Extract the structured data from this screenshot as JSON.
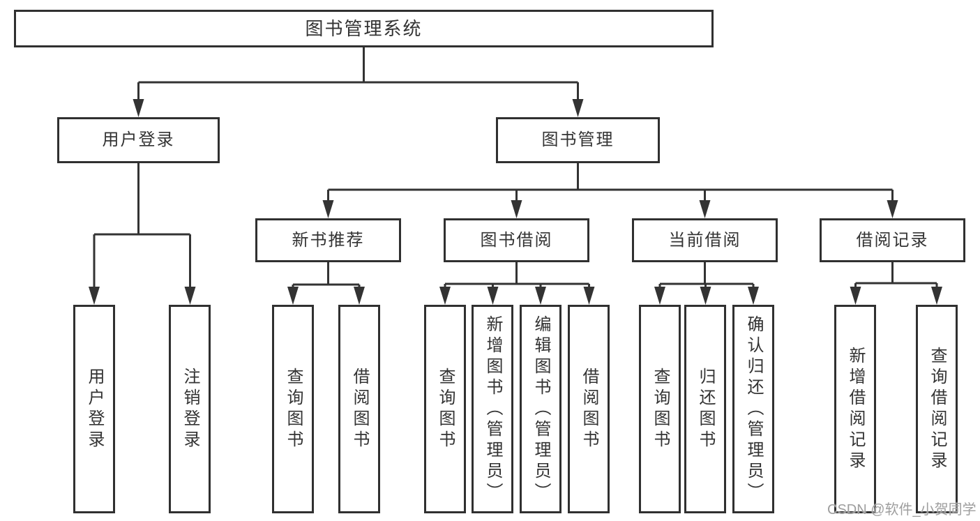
{
  "colors": {
    "line": "#333333",
    "text": "#333333",
    "box_background": "#ffffff",
    "page_background": "#ffffff",
    "watermark": "#9e9e9e"
  },
  "tree": {
    "root": {
      "label": "图书管理系统"
    },
    "branches": [
      {
        "label": "用户登录",
        "children": [
          {
            "label": "用户登录"
          },
          {
            "label": "注销登录"
          }
        ]
      },
      {
        "label": "图书管理",
        "sections": [
          {
            "label": "新书推荐",
            "children": [
              {
                "label": "查询图书"
              },
              {
                "label": "借阅图书"
              }
            ]
          },
          {
            "label": "图书借阅",
            "children": [
              {
                "label": "查询图书"
              },
              {
                "label": "新增图书（管理员）"
              },
              {
                "label": "编辑图书（管理员）"
              },
              {
                "label": "借阅图书"
              }
            ]
          },
          {
            "label": "当前借阅",
            "children": [
              {
                "label": "查询图书"
              },
              {
                "label": "归还图书"
              },
              {
                "label": "确认归还（管理员）"
              }
            ]
          },
          {
            "label": "借阅记录",
            "children": [
              {
                "label": "新增借阅记录"
              },
              {
                "label": "查询借阅记录"
              }
            ]
          }
        ]
      }
    ]
  },
  "watermark": {
    "text": "CSDN @软件_小贺同学"
  }
}
